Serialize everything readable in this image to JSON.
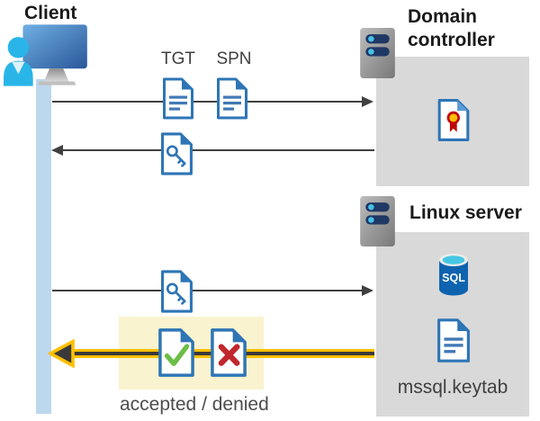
{
  "client": {
    "label": "Client"
  },
  "flow": {
    "tgt_label": "TGT",
    "spn_label": "SPN",
    "result_label": "accepted / denied"
  },
  "domain_controller": {
    "title": "Domain controller"
  },
  "linux_server": {
    "title": "Linux server",
    "sql_badge": "SQL",
    "keytab_label": "mssql.keytab"
  },
  "icons": {
    "client": "user-at-computer-icon",
    "domain_controller_server": "server-icon",
    "linux_server": "server-icon",
    "tgt": "document-icon",
    "spn": "document-icon",
    "key_ticket": "key-document-icon",
    "certificate": "certificate-document-icon",
    "sql_database": "sql-database-icon",
    "keytab_file": "document-icon",
    "accepted": "check-document-icon",
    "denied": "cross-document-icon"
  },
  "colors": {
    "doc_border_blue": "#2E75B6",
    "doc_line_blue": "#4179B5",
    "box_gray": "#D9D9D9",
    "timeline_blue": "#BDD7EE",
    "highlight_yellow": "#FAF3CF",
    "arrow_dark": "#404040",
    "arrow_yellow": "#FFC000",
    "check_green": "#6CBE45",
    "cross_red": "#C0272D",
    "person_cyan": "#29B5E8",
    "sql_blue": "#0E63AE",
    "cert_red": "#C00000",
    "cert_gold": "#FFC000"
  }
}
